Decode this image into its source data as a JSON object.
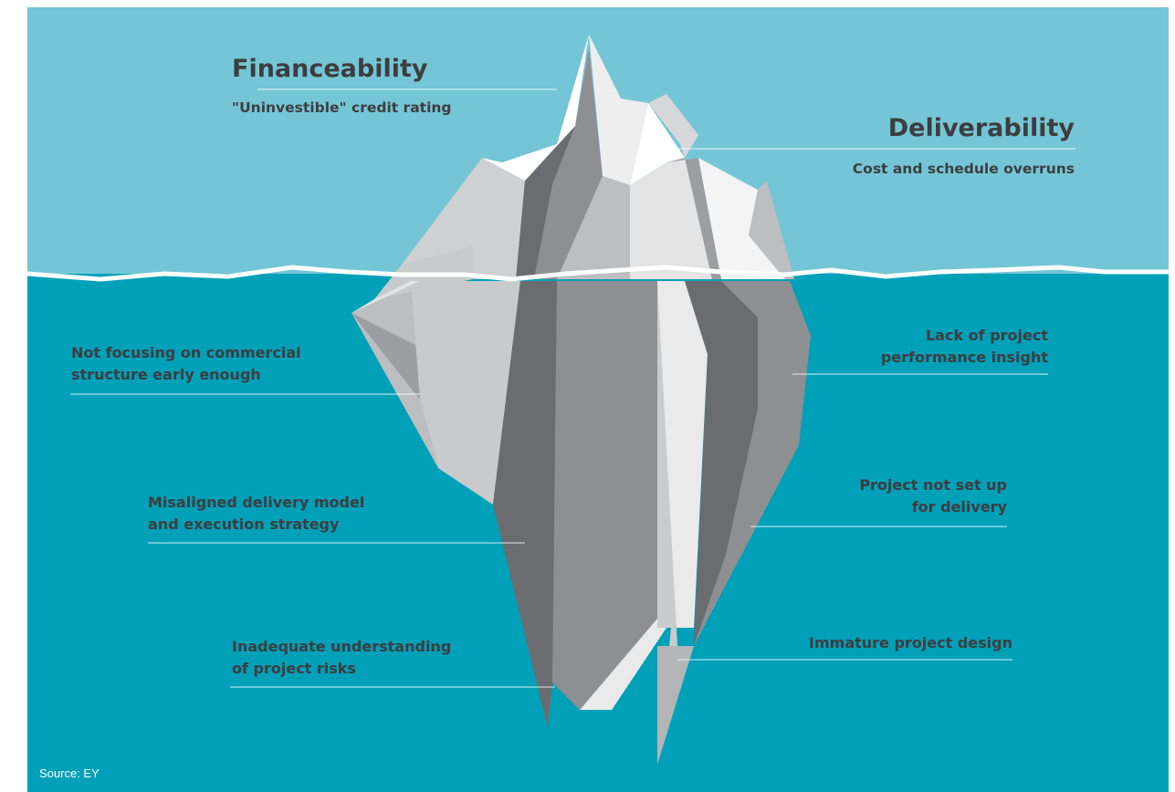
{
  "above": {
    "left": {
      "title": "Financeability",
      "subtitle": "\"Uninvestible\" credit rating"
    },
    "right": {
      "title": "Deliverability",
      "subtitle": "Cost and schedule overruns"
    }
  },
  "below": {
    "left": [
      {
        "line1": "Not focusing on commercial",
        "line2": "structure early enough"
      },
      {
        "line1": "Misaligned delivery model",
        "line2": "and execution strategy"
      },
      {
        "line1": "Inadequate understanding",
        "line2": "of project risks"
      }
    ],
    "right": [
      {
        "line1": "Lack of project",
        "line2": "performance insight"
      },
      {
        "line1": "Project not set up",
        "line2": "for delivery"
      },
      {
        "line1": "Immature project design",
        "line2": ""
      }
    ]
  },
  "source": "Source: EY",
  "colors": {
    "sky": "#74c6d6",
    "water": "#00a0b8",
    "text": "#3d3d3f"
  }
}
